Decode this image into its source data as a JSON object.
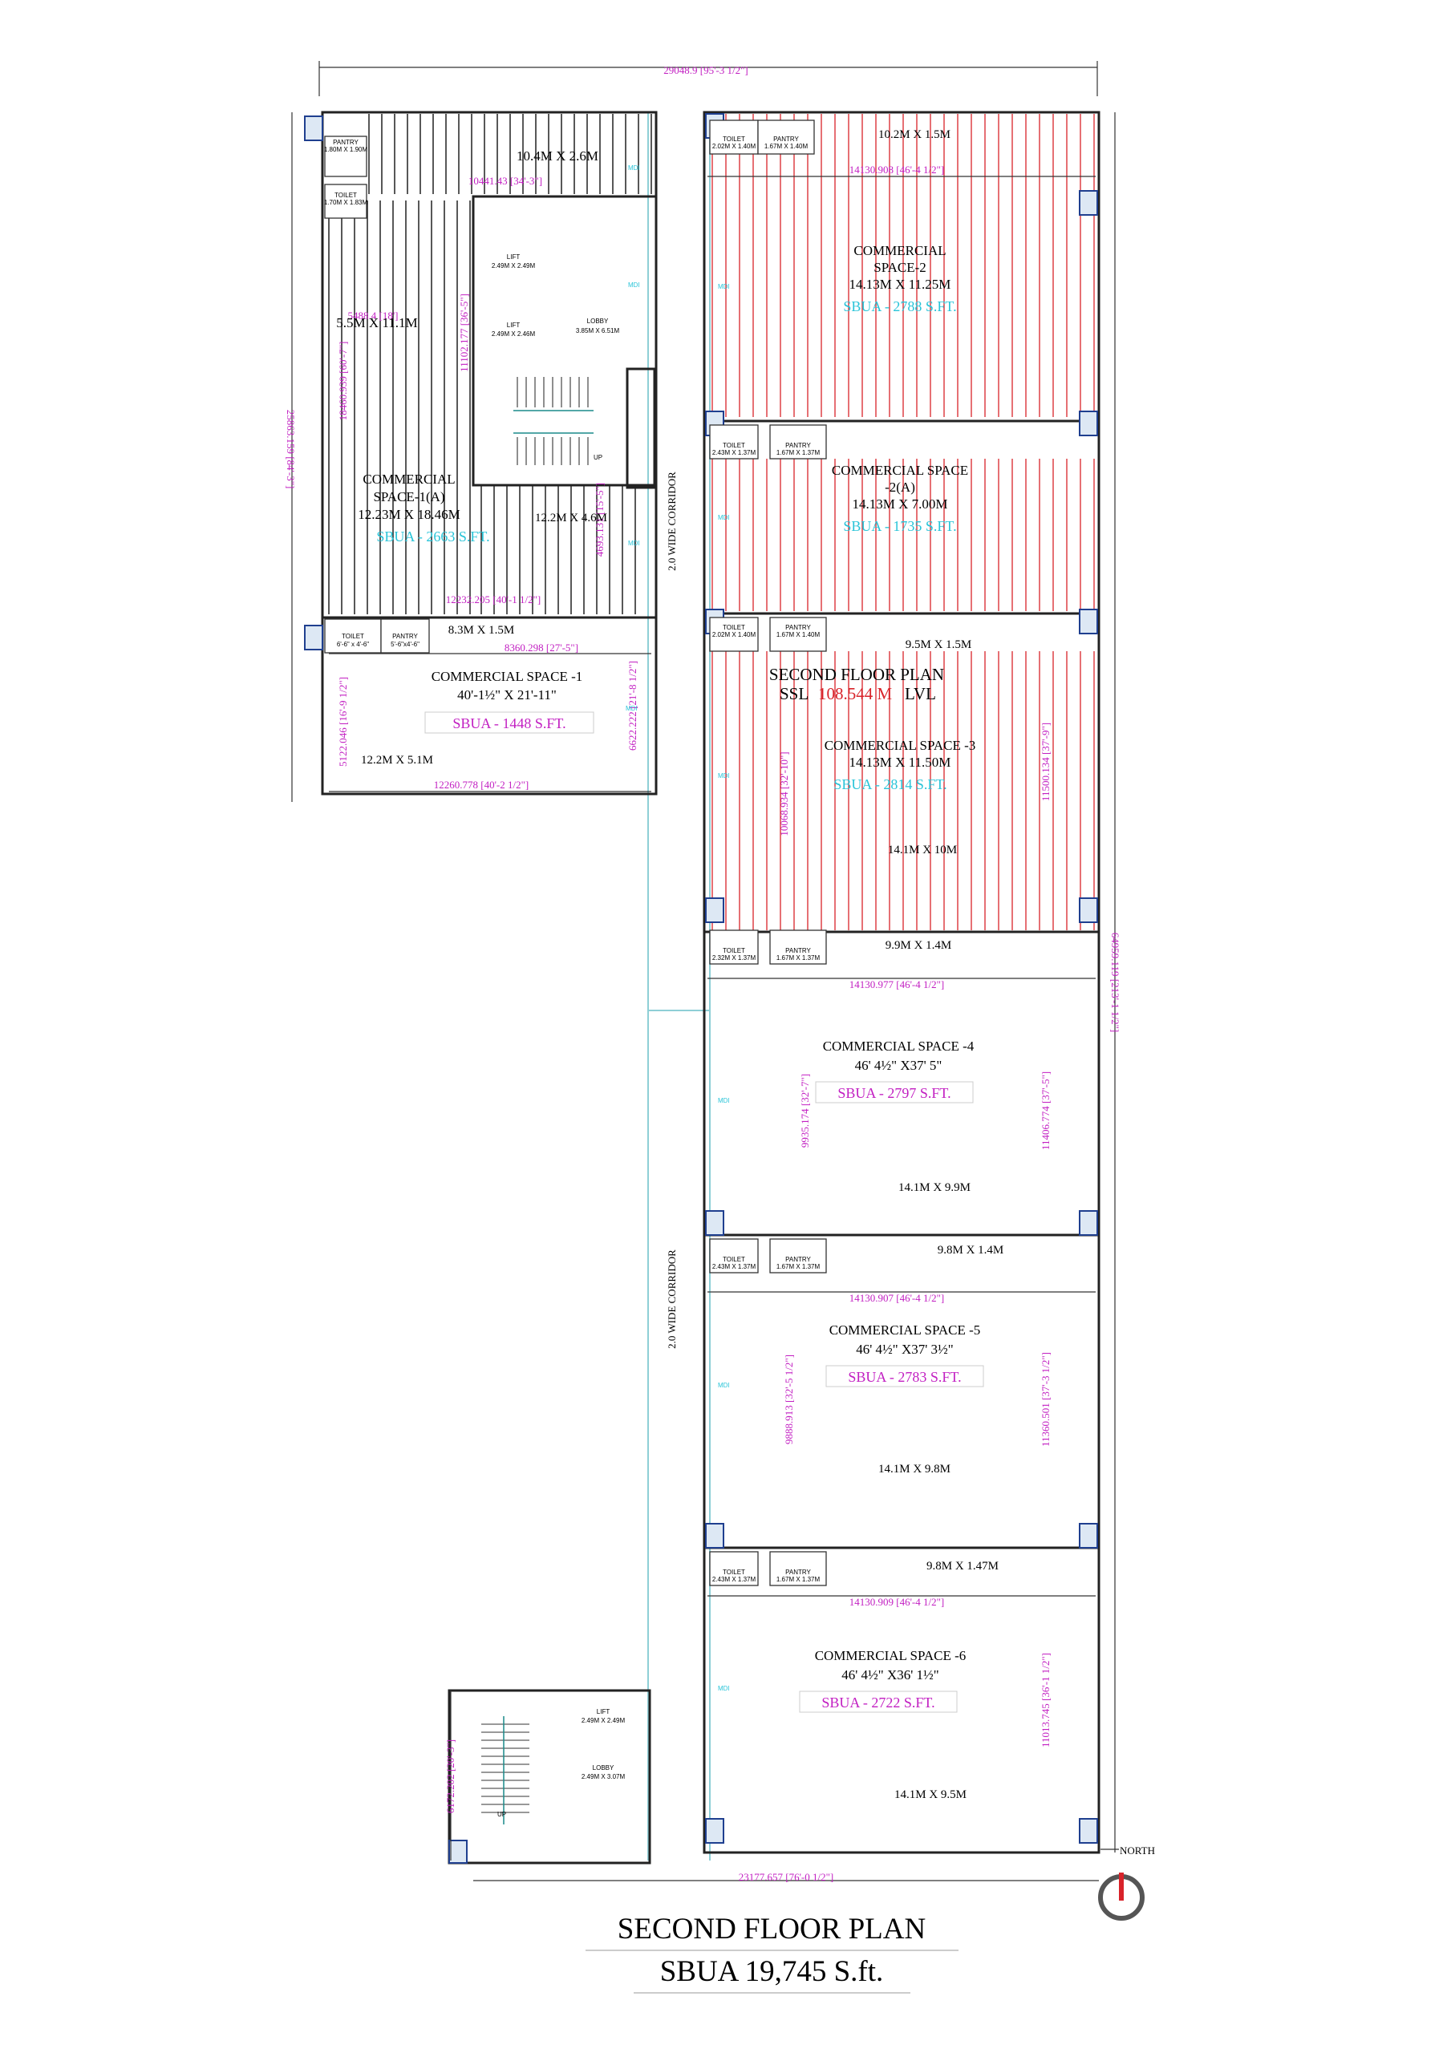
{
  "colors": {
    "dimension": "#c21fc2",
    "sbua": "#c21fc2",
    "sbua_faded": "#29c4d8",
    "hatch_red": "#d8232a",
    "hatch_black": "#111111",
    "corridor": "#8ecfd6",
    "wall_yellow": "#e3d23a"
  },
  "overall_dims": {
    "top": "29048.9 [95'-3 1/2\"]",
    "bottom": "23177.657 [76'-0 1/2\"]",
    "left": "25863.159 [84'-3\"]",
    "right": "64959.119 [213'-1 1/2\"]",
    "left_lower": "6172.202 [20'-3\"]"
  },
  "corridor_label": "2.0 WIDE CORRIDOR",
  "inset_title": {
    "line1": "SECOND FLOOR PLAN",
    "line2_prefix": "SSL",
    "line2_value": "108.544 M",
    "line2_suffix": "LVL"
  },
  "title": {
    "line1": "SECOND FLOOR PLAN",
    "line2": "SBUA 19,745 S.ft."
  },
  "north_label": "NORTH",
  "mdi": "MDI",
  "up": "UP",
  "spaces": {
    "cs1a": {
      "l1": "COMMERCIAL",
      "l2": "SPACE-1(A)",
      "l3": "12.23M  X 18.46M",
      "sbua": "SBUA -  2663 S.FT.",
      "dim1": "10441.43 [34'-3\"]",
      "dim2": "12232.205 [40'-1 1/2\"]",
      "dim3": "5488.4 [18']",
      "dim4": "18460.939 [60'-7\"]",
      "strip": "10.4M X 2.6M",
      "side": "5.5M X 11.1M",
      "inner": "12.2M X 4.6M",
      "innerdim": "4693.131 [15'-5\"]"
    },
    "cs1": {
      "l1": "COMMERCIAL SPACE -1",
      "l2": "40'-1½\" X 21'-11\"",
      "sbua": "SBUA -  1448  S.FT.",
      "strip": "8.3M X 1.5M",
      "room": "12.2M X 5.1M",
      "dimTop": "8360.298 [27'-5\"]",
      "dimBot": "12260.778 [40'-2 1/2\"]",
      "dimL": "5122.046 [16'-9 1/2\"]",
      "dimR": "6622.222 [21'-8 1/2\"]"
    },
    "cs2": {
      "l1": "COMMERCIAL",
      "l2": "SPACE-2",
      "l3": "14.13M  X 11.25M",
      "sbua": "SBUA -  2788 S.FT.",
      "strip": "10.2M X 1.5M",
      "dim": "14130.908 [46'-4 1/2\"]"
    },
    "cs2a": {
      "l1": "COMMERCIAL SPACE",
      "l2": "-2(A)",
      "l3": "14.13M  X 7.00M",
      "sbua": "SBUA -  1735 S.FT."
    },
    "cs3": {
      "l1": "COMMERCIAL SPACE -3",
      "l2": "14.13M  X 11.50M",
      "sbua": "SBUA -  2814 S.FT.",
      "strip": "9.5M X 1.5M",
      "room": "14.1M X 10M",
      "dimL": "10068.934 [32'-10\"]",
      "dimR": "11500.134 [37'-9\"]"
    },
    "cs4": {
      "l1": "COMMERCIAL SPACE -4",
      "l2": "46' 4½\" X37' 5\"",
      "sbua": "SBUA - 2797 S.FT.",
      "strip": "9.9M X 1.4M",
      "room": "14.1M X 9.9M",
      "dim": "14130.977 [46'-4 1/2\"]",
      "dimL": "9935.174 [32'-7\"]",
      "dimR": "11406.774 [37'-5\"]"
    },
    "cs5": {
      "l1": "COMMERCIAL SPACE -5",
      "l2": "46' 4½\" X37' 3½\"",
      "sbua": "SBUA -  2783 S.FT.",
      "strip": "9.8M X 1.4M",
      "room": "14.1M X 9.8M",
      "dim": "14130.907 [46'-4 1/2\"]",
      "dimL": "9888.913 [32'-5 1/2\"]",
      "dimR": "11360.501 [37'-3 1/2\"]"
    },
    "cs6": {
      "l1": "COMMERCIAL SPACE -6",
      "l2": "46' 4½\" X36' 1½\"",
      "sbua": "SBUA -  2722 S.FT.",
      "strip": "9.8M X 1.47M",
      "room": "14.1M X 9.5M",
      "dim": "14130.909 [46'-4 1/2\"]",
      "dimR": "11013.745 [36'-1 1/2\"]"
    }
  },
  "core": {
    "lift1": "LIFT",
    "lift1dim": "2.49M X 2.49M",
    "lift2": "LIFT",
    "lift2dim": "2.49M X 2.46M",
    "lobby": "LOBBY",
    "lobbydim": "3.85M X 6.51M",
    "coredim": "11102.177 [36'-5\"]"
  },
  "core2": {
    "lift": "LIFT",
    "liftdim": "2.49M X 2.49M",
    "lobby": "LOBBY",
    "lobbydim": "2.49M X 3.07M"
  },
  "wet": {
    "t1": "TOILET",
    "t1d": "1.70M X 1.83M",
    "p1": "PANTRY",
    "p1d": "1.80M X 1.90M",
    "t2": "TOILET",
    "t2d": "6'-6\" x 4'-6\"",
    "p2": "PANTRY",
    "p2d": "5'-6\"x4'-6\"",
    "t3": "TOILET",
    "t3d": "2.02M X 1.40M",
    "p3": "PANTRY",
    "p3d": "1.67M X 1.40M",
    "t4": "TOILET",
    "t4d": "2.43M X 1.37M",
    "p4": "PANTRY",
    "p4d": "1.67M X 1.37M",
    "t5": "TOILET",
    "t5d": "2.02M X 1.40M",
    "p5": "PANTRY",
    "p5d": "1.67M X 1.40M",
    "t6": "TOILET",
    "t6d": "2.32M X 1.37M",
    "p6": "PANTRY",
    "p6d": "1.67M X 1.37M",
    "t7": "TOILET",
    "t7d": "2.43M X 1.37M",
    "p7": "PANTRY",
    "p7d": "1.67M X 1.37M",
    "t8": "TOILET",
    "t8d": "2.43M X 1.37M",
    "p8": "PANTRY",
    "p8d": "1.67M X 1.37M"
  }
}
